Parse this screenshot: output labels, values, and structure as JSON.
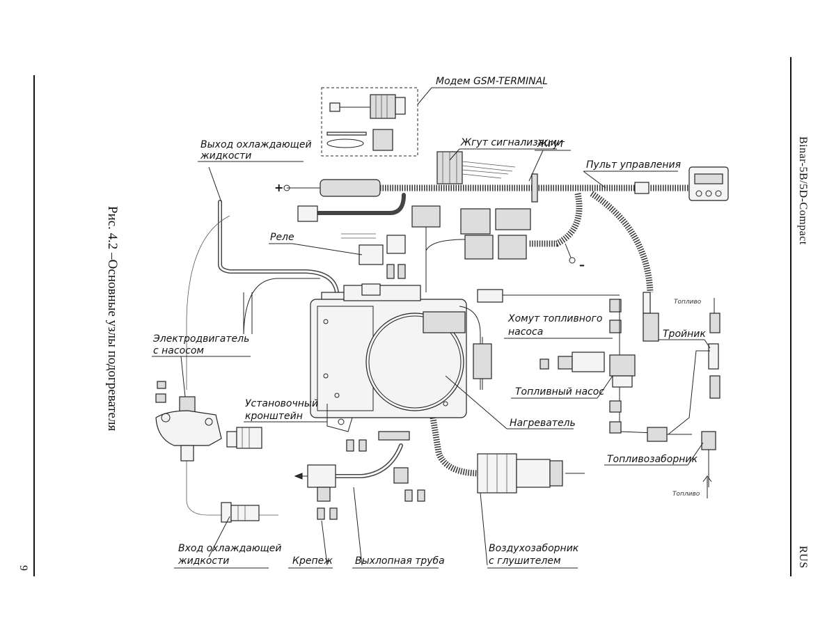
{
  "header": {
    "product": "Binar-5B/5D-Compact",
    "language": "RUS",
    "page_number": "9"
  },
  "figure": {
    "caption": "Рис. 4.2 –Основные узлы подогревателя"
  },
  "labels": {
    "modem": "Модем GSM-TERMINAL",
    "alarm_harness": "Жгут сигнализации",
    "harness": "Жгут",
    "control_panel": "Пульт управления",
    "coolant_out_1": "Выход охлаждающей",
    "coolant_out_2": "жидкости",
    "relay": "Реле",
    "motor_1": "Электродвигатель",
    "motor_2": "с насосом",
    "bracket_1": "Установочный",
    "bracket_2": "кронштейн",
    "pump_clamp_1": "Хомут топливного",
    "pump_clamp_2": "насоса",
    "fuel_pump": "Топливный насос",
    "heater": "Нагреватель",
    "tee": "Тройник",
    "fuel_intake": "Топливозаборник",
    "fuel_top": "Топливо",
    "fuel_bottom": "Топливо",
    "coolant_in_1": "Вход охлаждающей",
    "coolant_in_2": "жидкости",
    "fasteners": "Крепеж",
    "exhaust": "Выхлопная труба",
    "air_intake_1": "Воздухозаборник",
    "air_intake_2": "с глушителем",
    "plus": "+",
    "minus": "–"
  },
  "colors": {
    "ink": "#111111",
    "paper": "#ffffff"
  }
}
